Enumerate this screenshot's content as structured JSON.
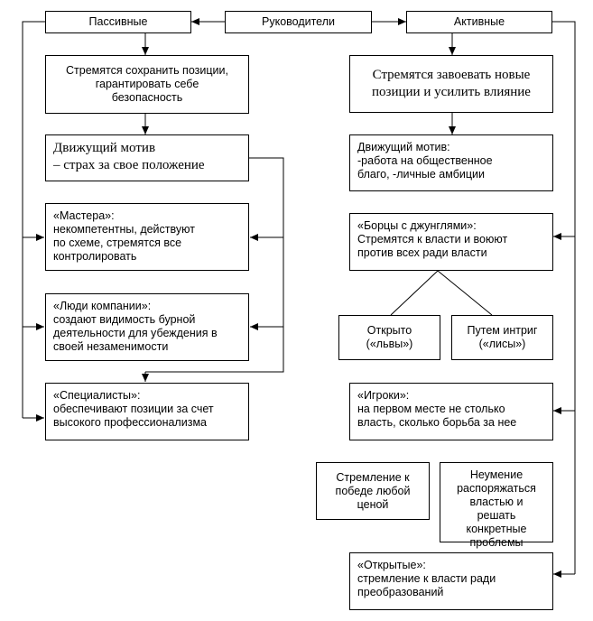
{
  "top": {
    "passive": "Пассивные",
    "leaders": "Руководители",
    "active": "Активные"
  },
  "passive": {
    "goal": "Стремятся сохранить позиции,\nгарантировать себе\nбезопасность",
    "motive": "Движущий мотив\n– страх за свое положение",
    "masters": "«Мастера»:\nнекомпетентны, действуют\n по схеме, стремятся все\nконтролировать",
    "company_people": "«Люди компании»:\nсоздают видимость бурной\nдеятельности для убеждения в\nсвоей незаменимости",
    "specialists": "«Специалисты»:\nобеспечивают позиции за счет\nвысокого профессионализма"
  },
  "active": {
    "goal": "Стремятся завоевать новые\nпозиции и усилить влияние",
    "motive": "Движущий мотив:\n-работа на общественное\nблаго, -личные амбиции",
    "jungle_fighters": "«Борцы с джунглями»:\nСтремятся к власти и воюют\nпротив всех ради власти",
    "lions": "Открыто\n(«львы»)",
    "foxes": "Путем интриг\n(«лисы»)",
    "players": "«Игроки»:\nна первом месте не столько\nвласть, сколько борьба за нее",
    "win_any_cost": "Стремление к\nпобеде любой\nценой",
    "cannot_manage": "Неумение\nраспоряжаться\nвластью и\nрешать\nконкретные\nпроблемы",
    "open": "«Открытые»:\nстремление к власти ради\nпреобразований"
  }
}
